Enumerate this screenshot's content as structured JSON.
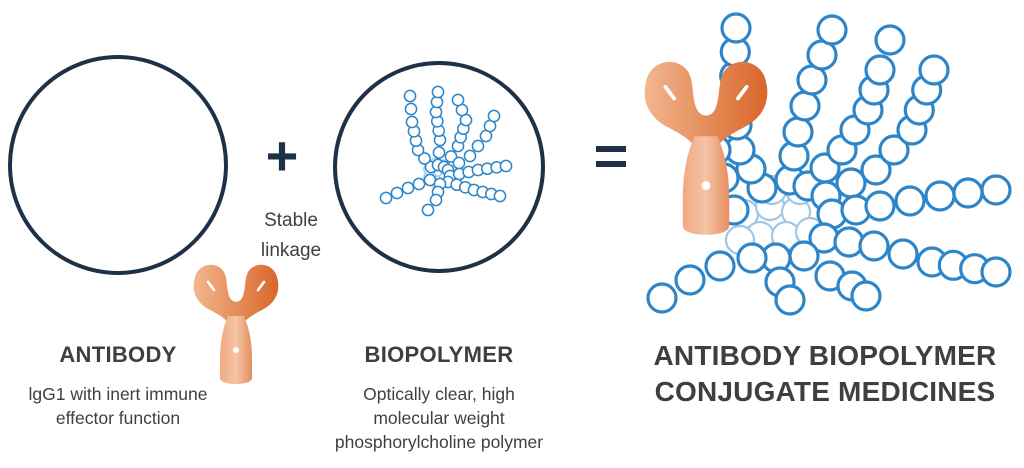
{
  "components": [
    {
      "title": "ANTIBODY",
      "description": [
        "lgG1 with inert immune",
        "effector function"
      ]
    },
    {
      "title": "BIOPOLYMER",
      "description": [
        "Optically clear, high",
        "molecular weight",
        "phosphorylcholine polymer"
      ]
    }
  ],
  "result": {
    "title_lines": [
      "ANTIBODY BIOPOLYMER",
      "CONJUGATE MEDICINES"
    ]
  },
  "operators": {
    "plus": "+",
    "equals": "=",
    "linkage_lines": [
      "Stable",
      "linkage"
    ]
  },
  "colors": {
    "antibody_orange": "#e07b43",
    "antibody_light": "#f3b68f",
    "polymer_blue": "#2e86c8",
    "polymer_light_blue": "#9fc7e6",
    "circle_outline": "#1f3147",
    "text_dark": "#3f3f3f"
  }
}
